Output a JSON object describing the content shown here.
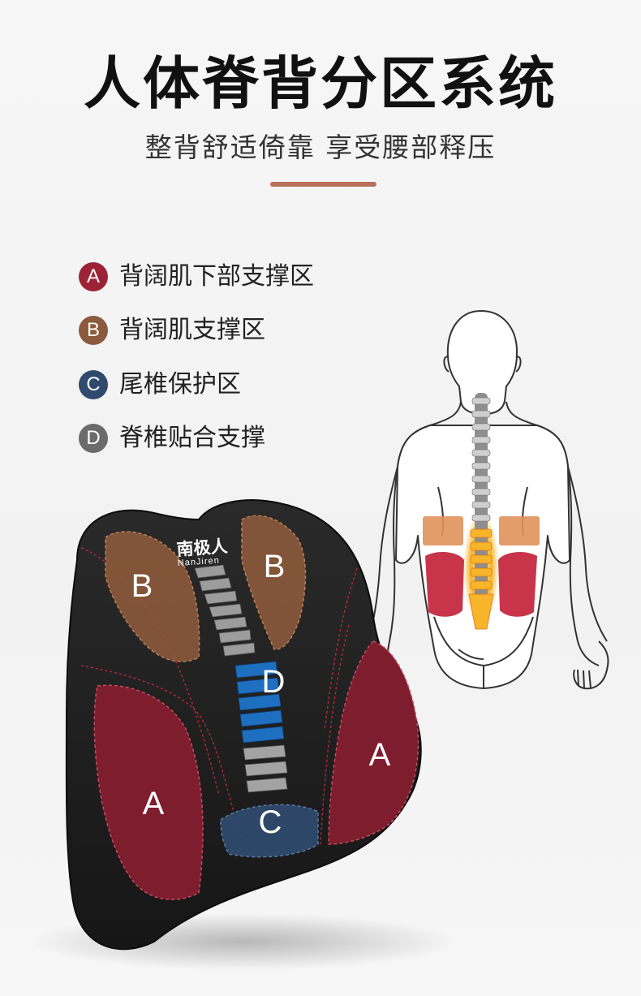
{
  "header": {
    "title": "人体脊背分区系统",
    "subtitle": "整背舒适倚靠 享受腰部释压",
    "accent_color": "#b9705c"
  },
  "legend": [
    {
      "letter": "A",
      "label": "背阔肌下部支撑区",
      "color": "#9b2335"
    },
    {
      "letter": "B",
      "label": "背阔肌支撑区",
      "color": "#8c5a3c"
    },
    {
      "letter": "C",
      "label": "尾椎保护区",
      "color": "#2f4a6d"
    },
    {
      "letter": "D",
      "label": "脊椎贴合支撑",
      "color": "#6b6b6b"
    }
  ],
  "cushion": {
    "brand_cn": "南极人",
    "brand_en": "NanJiren",
    "zones": {
      "a_left": "A",
      "a_right": "A",
      "b_left": "B",
      "b_right": "B",
      "c": "C",
      "d": "D"
    }
  },
  "illustration": {
    "figure": "human-back-outline",
    "highlight_colors": {
      "lower_zone": "#c8354a",
      "upper_zone": "#e0925a",
      "spine_glow": "#f7b52a"
    }
  }
}
